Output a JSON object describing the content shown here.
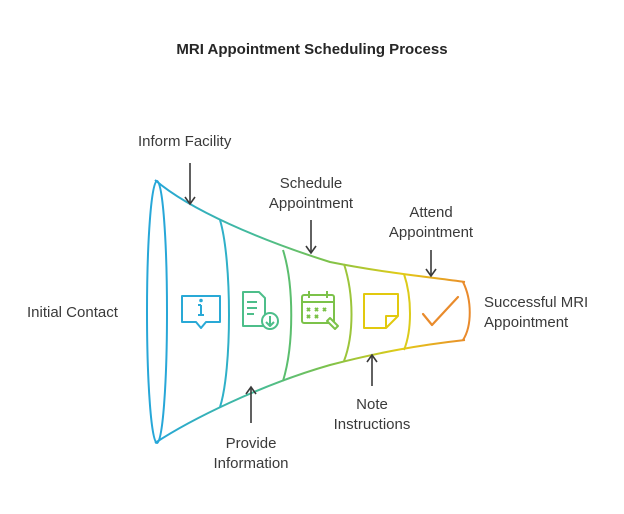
{
  "title": "MRI Appointment Scheduling Process",
  "labels": {
    "initial_contact": "Initial Contact",
    "inform_facility": "Inform Facility",
    "schedule_line1": "Schedule",
    "schedule_line2": "Appointment",
    "attend_line1": "Attend",
    "attend_line2": "Appointment",
    "provide_line1": "Provide",
    "provide_line2": "Information",
    "note_line1": "Note",
    "note_line2": "Instructions",
    "success_line1": "Successful MRI",
    "success_line2": "Appointment"
  },
  "stages": [
    {
      "name": "info",
      "color": "#29A9D6",
      "icon": "info-icon"
    },
    {
      "name": "document",
      "color": "#4DBE8A",
      "icon": "document-download-icon"
    },
    {
      "name": "calendar",
      "color": "#7CC24A",
      "icon": "calendar-edit-icon"
    },
    {
      "name": "note",
      "color": "#E2C90E",
      "icon": "sticky-note-icon"
    },
    {
      "name": "check",
      "color": "#E98B2C",
      "icon": "checkmark-icon"
    }
  ]
}
